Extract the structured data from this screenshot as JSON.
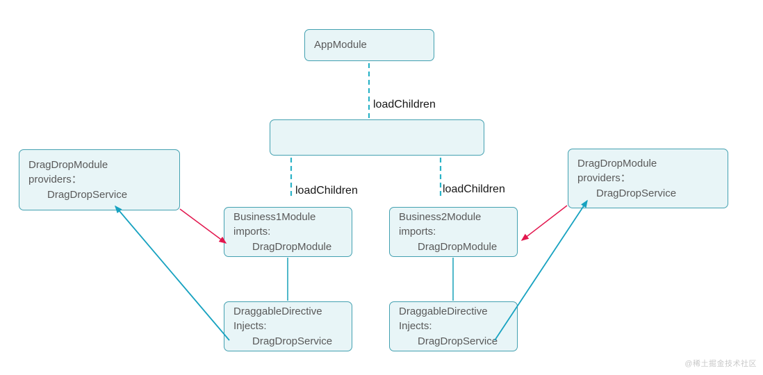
{
  "diagram": {
    "title_implied": "Angular lazy-loaded modules with DragDropService providers",
    "colors": {
      "background": "#ffffff",
      "box_fill": "#e8f5f7",
      "box_border": "#42a0b0",
      "box_text": "#595959",
      "edge_label_text": "#161616",
      "dashed_line": "#2ab2c6",
      "solid_connector": "#3db0c4",
      "inject_arrow": "#17a2c0",
      "import_arrow": "#e2174e",
      "watermark": "#c9c9c9"
    },
    "nodes": {
      "app_module": {
        "lines": [
          "AppModule"
        ]
      },
      "lazy_box": {
        "lines": []
      },
      "dragdrop_left": {
        "lines": [
          "DragDropModule",
          "providers：",
          "DragDropService"
        ]
      },
      "dragdrop_right": {
        "lines": [
          "DragDropModule",
          "providers：",
          "DragDropService"
        ]
      },
      "business1": {
        "lines": [
          "Business1Module",
          "imports:",
          "DragDropModule"
        ]
      },
      "business2": {
        "lines": [
          "Business2Module",
          "imports:",
          "DragDropModule"
        ]
      },
      "draggable1": {
        "lines": [
          "DraggableDirective",
          "Injects:",
          "DragDropService"
        ]
      },
      "draggable2": {
        "lines": [
          "DraggableDirective",
          "Injects:",
          "DragDropService"
        ]
      }
    },
    "edge_labels": {
      "load_children_top": "loadChildren",
      "load_children_left": "loadChildren",
      "load_children_right": "loadChildren"
    },
    "watermark": "@稀土掘金技术社区"
  }
}
